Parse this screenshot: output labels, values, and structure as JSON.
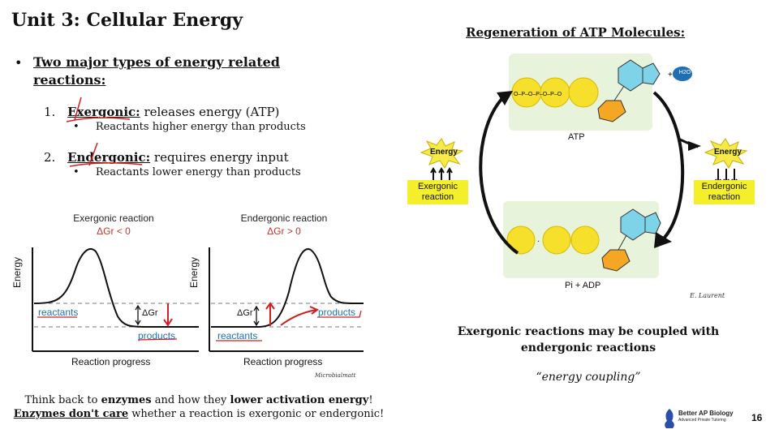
{
  "slide": {
    "title": "Unit 3: Cellular Energy",
    "page_number": "16"
  },
  "left": {
    "major_bullet": "Two major types of energy related reactions:",
    "items": [
      {
        "num": "1.",
        "term": "Exergonic:",
        "desc": " releases energy (ATP)",
        "sub": "Reactants higher energy than products"
      },
      {
        "num": "2.",
        "term": "Endergonic:",
        "desc": " requires energy input",
        "sub": "Reactants lower energy than products"
      }
    ],
    "graphs": [
      {
        "title": "Exergonic reaction",
        "delta": "ΔGr < 0",
        "reactants": "reactants",
        "products": "products",
        "dg_label": "ΔGr"
      },
      {
        "title": "Endergonic reaction",
        "delta": "ΔGr > 0",
        "reactants": "reactants",
        "products": "products",
        "dg_label": "ΔGr"
      }
    ],
    "y_axis": "Energy",
    "x_axis": "Reaction progress",
    "credit": "Microbialmatt",
    "note_line1_a": "Think back to ",
    "note_line1_b": "enzymes",
    "note_line1_c": " and how they ",
    "note_line1_d": "lower activation energy",
    "note_line1_e": "!",
    "note_line2_a": "Enzymes don't care",
    "note_line2_b": " whether a reaction is exergonic or endergonic!"
  },
  "right": {
    "title": "Regeneration of ATP Molecules:",
    "atp_label": "ATP",
    "adp_label": "Pi + ADP",
    "h2o": "H2O",
    "energy": "Energy",
    "exergonic_box": "Exergonic reaction",
    "endergonic_box": "Endergonic reaction",
    "credit": "E. Laurent",
    "coupled_text": "Exergonic reactions may be coupled with endergonic reactions",
    "coupling": "“energy coupling”"
  },
  "brand": {
    "name": "Better AP Biology",
    "tagline": "Advanced Private Tutoring"
  },
  "colors": {
    "phosphate": "#f7e02c",
    "ribose": "#f5a623",
    "adenine": "#7fd3e8",
    "label_box": "#f5ee2a",
    "panel": "#e8f3dc",
    "blue_text": "#1f6fb6",
    "red_ink": "#d0201f"
  }
}
